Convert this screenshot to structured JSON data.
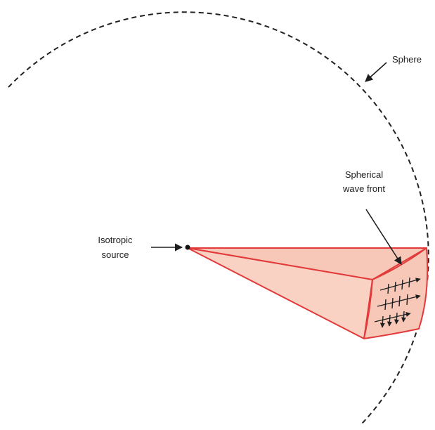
{
  "labels": {
    "sphere": "Sphere",
    "wave_front_line1": "Spherical",
    "wave_front_line2": "wave front",
    "source_line1": "Isotropic",
    "source_line2": "source"
  },
  "colors": {
    "cone_fill": "#f7c8b8",
    "cone_stroke": "#e23a3a",
    "sphere_stroke": "#222222",
    "ink": "#1e1e1e"
  }
}
